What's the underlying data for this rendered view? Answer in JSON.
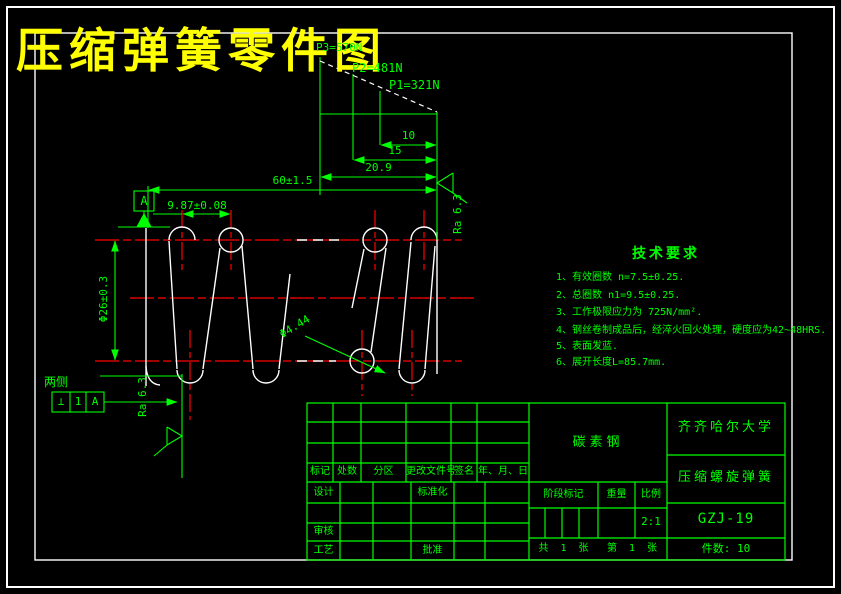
{
  "drawing_title": "压缩弹簧零件图",
  "colors": {
    "line_green": "#00ff00",
    "centerline_red": "#ff0000",
    "geometry_white": "#ffffff",
    "title_yellow": "#ffff00",
    "background": "#000000"
  },
  "force_diagram": {
    "p3_label": "P3=570N",
    "p2_label": "P2=481N",
    "p1_label": "P1=321N",
    "dim_small": "10",
    "dim_mid": "15",
    "dim_large": "20.9"
  },
  "dimensions": {
    "free_length": "60±1.5",
    "pitch": "9.87±0.08",
    "coil_diameter": "Φ26±0.3",
    "wire_diameter": "Φ4.44",
    "roughness_right": "Ra 6.3",
    "roughness_left": "Ra 6.3",
    "both_sides_note": "两侧",
    "datum_label": "A",
    "tolerance_symbol": "⊥",
    "tolerance_value": "1",
    "tolerance_datum": "A"
  },
  "tech_requirements": {
    "heading": "技术要求",
    "items": [
      "1、有效圈数 n=7.5±0.25.",
      "2、总圈数 n1=9.5±0.25.",
      "3、工作极限应力为 725N/mm².",
      "4、钢丝卷制成品后，经淬火回火处理，硬度应为42~48HRS.",
      "5、表面发蓝.",
      "6、展开长度L=85.7mm."
    ]
  },
  "title_block": {
    "material": "碳素钢",
    "organization": "齐齐哈尔大学",
    "part_name": "压缩螺旋弹簧",
    "drawing_number": "GZJ-19",
    "quantity": "件数: 10",
    "scale_value": "2:1",
    "col_mark": "标记",
    "col_count": "处数",
    "col_zone": "分区",
    "col_doc_no": "更改文件号",
    "col_signature": "签名",
    "col_date": "年、月、日",
    "row_design": "设计",
    "row_standardization": "标准化",
    "row_check": "审核",
    "row_process": "工艺",
    "row_approve": "批准",
    "stage_mark": "阶段标记",
    "weight_label": "重量",
    "scale_label": "比例",
    "sheet_total": "共 1 张",
    "sheet_number": "第 1 张"
  }
}
